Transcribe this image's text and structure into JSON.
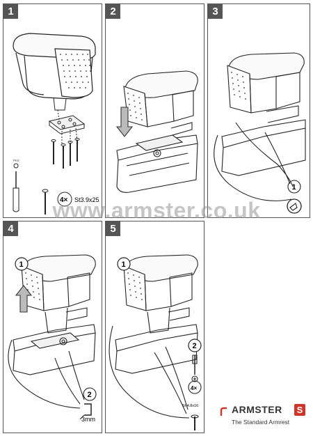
{
  "steps": [
    {
      "number": "1"
    },
    {
      "number": "2"
    },
    {
      "number": "3"
    },
    {
      "number": "4"
    },
    {
      "number": "5"
    }
  ],
  "step1": {
    "quantity": "4×",
    "screw_spec": "St3.9x25",
    "washer_label": "PH2"
  },
  "step3": {
    "callout": "1"
  },
  "step4": {
    "callout_top": "1",
    "callout_bottom": "2",
    "measure": "3mm"
  },
  "step5": {
    "callout_top": "1",
    "callout_mid": "2",
    "quantity": "4×",
    "screw_spec": "St 4.8x16"
  },
  "watermark": "www.armster.co.uk",
  "brand": {
    "name": "ARMSTER",
    "badge": "S",
    "tagline": "The Standard Armrest",
    "accent": "#d0352a"
  }
}
